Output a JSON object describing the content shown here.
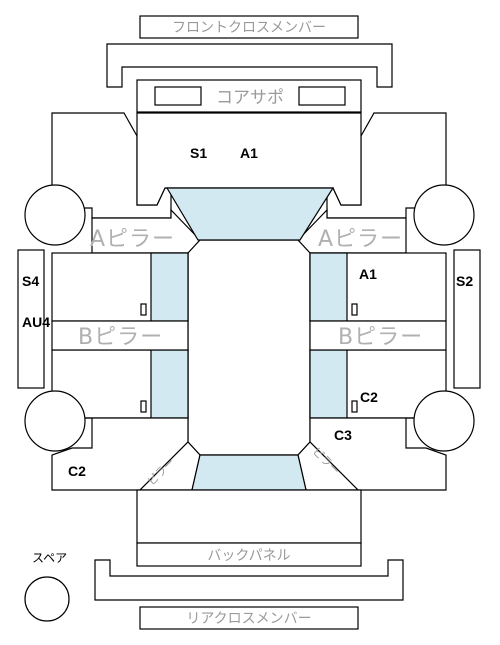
{
  "labels": {
    "front_cross_member": "フロントクロスメンバー",
    "core_support": "コアサポ",
    "a_pillar": "Aピラー",
    "b_pillar": "Bピラー",
    "c_pillar": "ピラー",
    "back_panel": "バックパネル",
    "rear_cross_member": "リアクロスメンバー",
    "spare": "スペア"
  },
  "codes": {
    "s1": "S1",
    "a1_top": "A1",
    "a1_right": "A1",
    "s4": "S4",
    "au4": "AU4",
    "s2": "S2",
    "c2_right": "C2",
    "c3": "C3",
    "c2_left": "C2"
  },
  "colors": {
    "glass": "#d3e9f1",
    "label_gray": "#9a9a9a"
  }
}
